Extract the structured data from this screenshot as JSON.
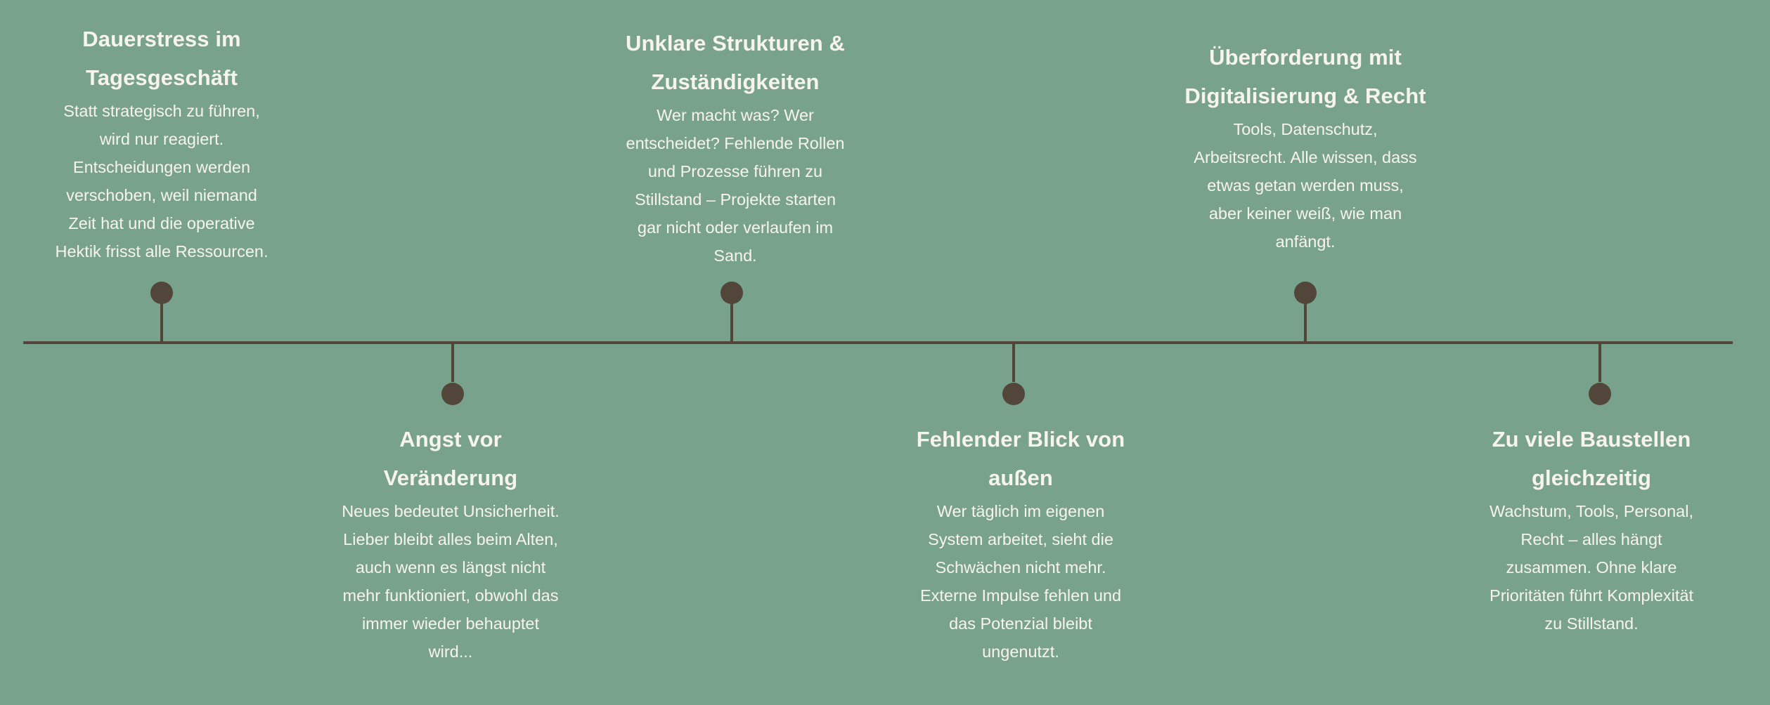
{
  "colors": {
    "background": "#79a28c",
    "line": "#52463a",
    "text": "#f7f4ee"
  },
  "timeline": {
    "items": [
      {
        "position": "top",
        "title_lines": [
          "Dauerstress im",
          "Tagesgeschäft"
        ],
        "body_lines": [
          "Statt strategisch zu führen,",
          "wird nur reagiert.",
          "Entscheidungen werden",
          "verschoben, weil niemand",
          "Zeit hat und die operative",
          "Hektik frisst alle Ressourcen."
        ]
      },
      {
        "position": "bottom",
        "title_lines": [
          "Angst vor",
          "Veränderung"
        ],
        "body_lines": [
          "Neues bedeutet Unsicherheit.",
          "Lieber bleibt alles beim Alten,",
          "auch wenn es längst nicht",
          "mehr funktioniert, obwohl das",
          "immer wieder behauptet",
          "wird..."
        ]
      },
      {
        "position": "top",
        "title_lines": [
          "Unklare Strukturen &",
          "Zuständigkeiten"
        ],
        "body_lines": [
          "Wer macht was? Wer",
          "entscheidet? Fehlende Rollen",
          "und Prozesse führen zu",
          "Stillstand – Projekte starten",
          "gar nicht oder verlaufen im",
          "Sand."
        ]
      },
      {
        "position": "bottom",
        "title_lines": [
          "Fehlender Blick von",
          "außen"
        ],
        "body_lines": [
          "Wer täglich im eigenen",
          "System arbeitet, sieht die",
          "Schwächen nicht mehr.",
          "Externe Impulse fehlen und",
          "das Potenzial bleibt",
          "ungenutzt."
        ]
      },
      {
        "position": "top",
        "title_lines": [
          "Überforderung mit",
          "Digitalisierung & Recht"
        ],
        "body_lines": [
          "Tools, Datenschutz,",
          "Arbeitsrecht. Alle wissen, dass",
          "etwas getan werden muss,",
          "aber keiner weiß, wie man",
          "anfängt."
        ]
      },
      {
        "position": "bottom",
        "title_lines": [
          "Zu viele Baustellen",
          "gleichzeitig"
        ],
        "body_lines": [
          "Wachstum, Tools, Personal,",
          "Recht – alles hängt",
          "zusammen. Ohne klare",
          "Prioritäten führt Komplexität",
          "zu Stillstand."
        ]
      }
    ]
  }
}
